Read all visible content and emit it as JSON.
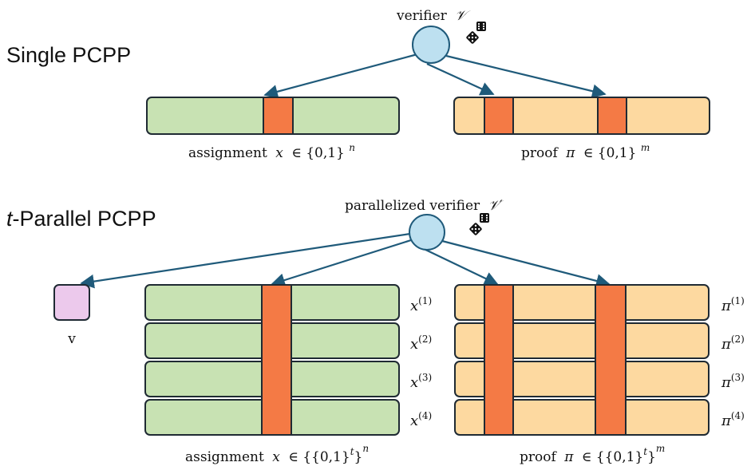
{
  "colors": {
    "edge": "#1f5a7a",
    "node_fill": "#bde0f0",
    "assignment_fill": "#c8e2b3",
    "proof_fill": "#fdd9a0",
    "query_fill": "#f47a45",
    "pink_box_fill": "#ecc9ec",
    "outline": "#1f2a33"
  },
  "icons": {
    "dice": "dice-icon"
  },
  "single": {
    "title": "Single PCPP",
    "verifier_label": "verifier",
    "verifier_symbol": "𝒱",
    "assignment_caption": "assignment",
    "assignment_var": "x",
    "assignment_set": "∈ {0,1}",
    "assignment_exp": "n",
    "proof_caption": "proof",
    "proof_var": "π",
    "proof_set": "∈ {0,1}",
    "proof_exp": "m"
  },
  "parallel": {
    "title_var": "t",
    "title_rest": "-Parallel PCPP",
    "verifier_label": "parallelized verifier",
    "verifier_symbol": "𝒱′",
    "small_box_label": "v",
    "x_labels": [
      {
        "var": "x",
        "sup": "(1)"
      },
      {
        "var": "x",
        "sup": "(2)"
      },
      {
        "var": "x",
        "sup": "(3)"
      },
      {
        "var": "x",
        "sup": "(4)"
      }
    ],
    "pi_labels": [
      {
        "var": "π",
        "sup": "(1)"
      },
      {
        "var": "π",
        "sup": "(2)"
      },
      {
        "var": "π",
        "sup": "(3)"
      },
      {
        "var": "π",
        "sup": "(4)"
      }
    ],
    "assignment_caption": "assignment",
    "assignment_var": "x",
    "assignment_set": "∈ {{0,1}",
    "assignment_inner_exp": "t",
    "assignment_close": "}",
    "assignment_exp": "n",
    "proof_caption": "proof",
    "proof_var": "π",
    "proof_set": "∈ {{0,1}",
    "proof_inner_exp": "t",
    "proof_close": "}",
    "proof_exp": "m"
  }
}
